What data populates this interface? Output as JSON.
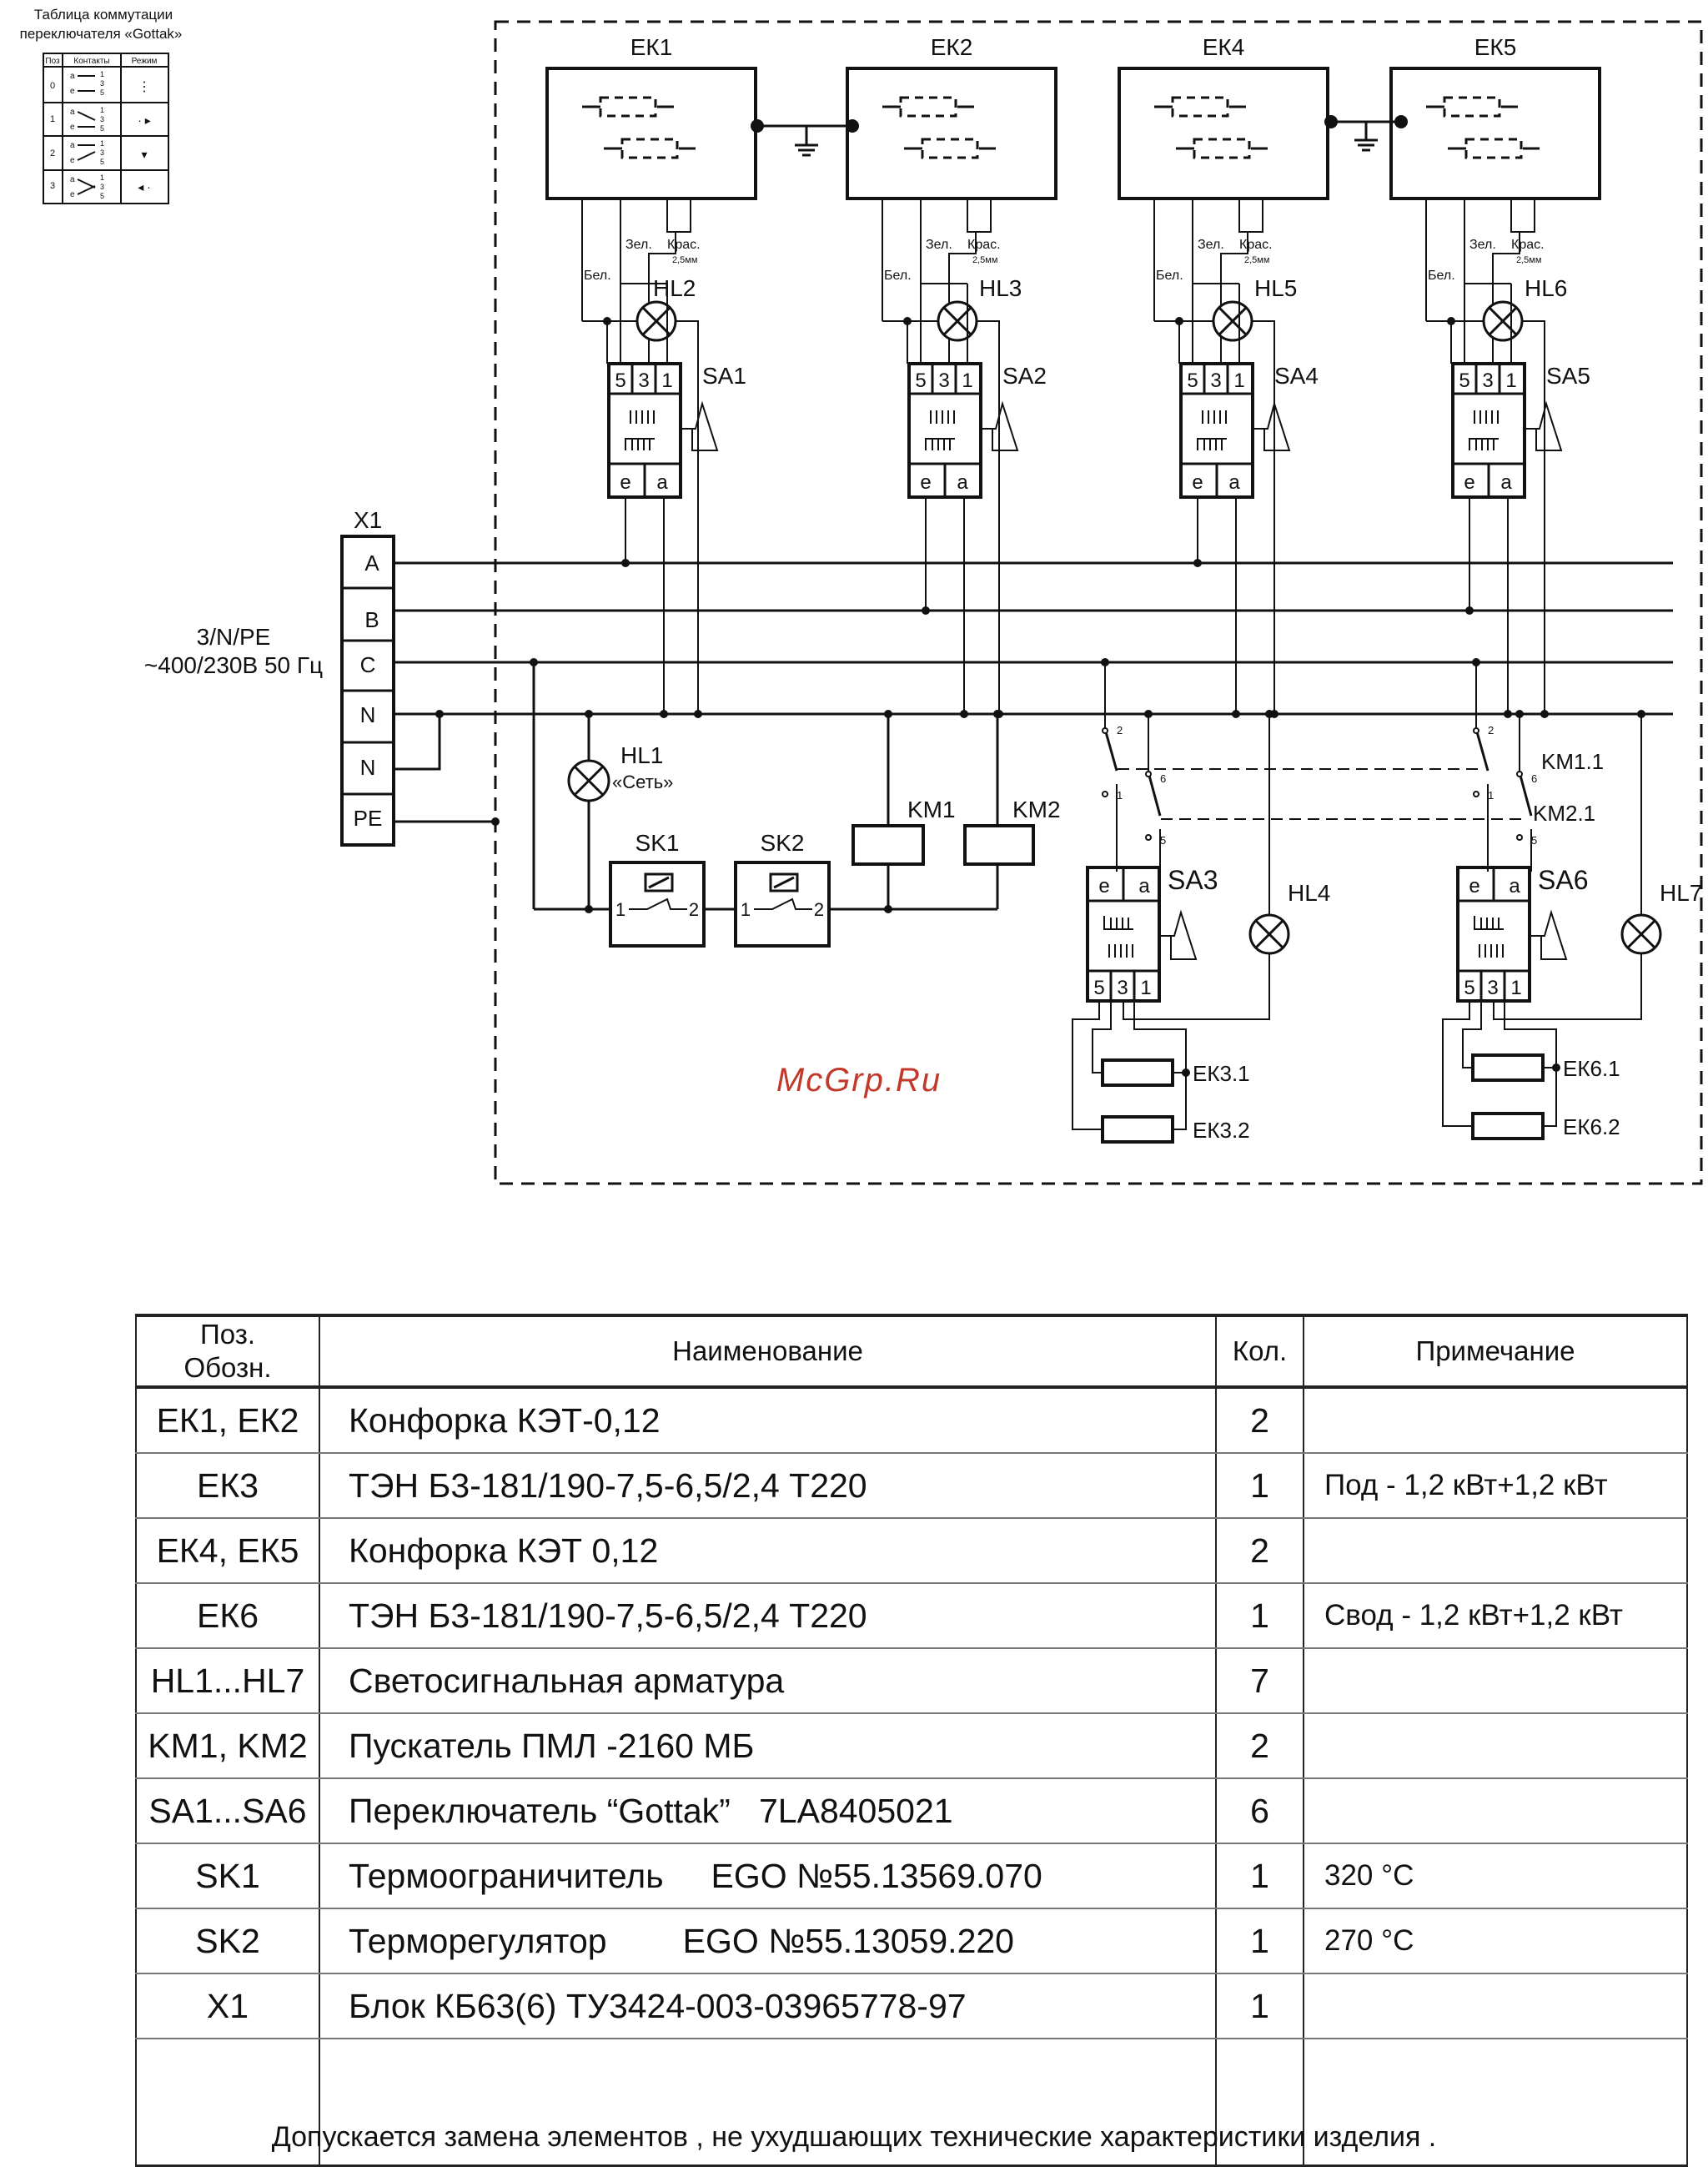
{
  "legend": {
    "title_line1": "Таблица коммутации",
    "title_line2": "переключателя «Gottak»",
    "headers": [
      "Поз",
      "Контакты",
      "Режим"
    ],
    "rows": [
      "0",
      "1",
      "2",
      "3"
    ],
    "contact_a": "a",
    "contact_e": "e",
    "contact_numbers": [
      "1",
      "3",
      "5"
    ]
  },
  "supply": {
    "label_line1": "3/N/PE",
    "label_line2": "~400/230В 50 Гц",
    "terminal_block": "X1",
    "terminals": [
      "A",
      "B",
      "C",
      "N",
      "N",
      "PE"
    ]
  },
  "burners": [
    {
      "label": "ЕК1",
      "switch": "SA1",
      "lamp": "HL2"
    },
    {
      "label": "ЕК2",
      "switch": "SA2",
      "lamp": "HL3"
    },
    {
      "label": "ЕК4",
      "switch": "SA4",
      "lamp": "HL5"
    },
    {
      "label": "ЕК5",
      "switch": "SA5",
      "lamp": "HL6"
    }
  ],
  "wire_labels": {
    "white": "Бел.",
    "green": "Зел.",
    "red": "Крас.",
    "gauge": "2,5мм"
  },
  "switch_terminals": {
    "top": [
      "5",
      "3",
      "1"
    ],
    "bottom": [
      "e",
      "a"
    ]
  },
  "mains_lamp": {
    "label": "HL1",
    "sublabel": "«Сеть»"
  },
  "thermostats": [
    {
      "label": "SK1",
      "pin1": "1",
      "pin2": "2"
    },
    {
      "label": "SK2",
      "pin1": "1",
      "pin2": "2"
    }
  ],
  "contactors": [
    "KM1",
    "KM2"
  ],
  "contact_groups": [
    {
      "label": "KM1.1",
      "pins": [
        "2",
        "1",
        "6",
        "5"
      ]
    },
    {
      "label": "KM2.1",
      "pins": [
        "2",
        "1",
        "6",
        "5"
      ]
    }
  ],
  "oven_sections": [
    {
      "switch": "SA3",
      "lamp": "HL4",
      "heaters": [
        "ЕК3.1",
        "ЕК3.2"
      ]
    },
    {
      "switch": "SA6",
      "lamp": "HL7",
      "heaters": [
        "ЕК6.1",
        "ЕК6.2"
      ]
    }
  ],
  "watermark": "McGrp.Ru",
  "table": {
    "headers": {
      "pos_line1": "Поз.",
      "pos_line2": "Обозн.",
      "name": "Наименование",
      "qty": "Кол.",
      "note": "Примечание"
    },
    "rows": [
      {
        "pos": "ЕК1, ЕК2",
        "name": "Конфорка КЭТ-0,12",
        "qty": "2",
        "note": ""
      },
      {
        "pos": "ЕК3",
        "name": "ТЭН Б3-181/190-7,5-6,5/2,4 Т220",
        "qty": "1",
        "note": "Под - 1,2 кВт+1,2 кВт"
      },
      {
        "pos": "ЕК4, ЕК5",
        "name": "Конфорка КЭТ 0,12",
        "qty": "2",
        "note": ""
      },
      {
        "pos": "ЕК6",
        "name": "ТЭН Б3-181/190-7,5-6,5/2,4 Т220",
        "qty": "1",
        "note": "Свод - 1,2 кВт+1,2 кВт"
      },
      {
        "pos": "HL1...HL7",
        "name": "Светосигнальная арматура",
        "qty": "7",
        "note": ""
      },
      {
        "pos": "KM1, KM2",
        "name": "Пускатель ПМЛ -2160 МБ",
        "qty": "2",
        "note": ""
      },
      {
        "pos": "SA1...SA6",
        "name": "Переключатель “Gottak”   7LA8405021",
        "qty": "6",
        "note": ""
      },
      {
        "pos": "SK1",
        "name": "Термоограничитель     EGO №55.13569.070",
        "qty": "1",
        "note": "320 °С"
      },
      {
        "pos": "SK2",
        "name": "Терморегулятор        EGO №55.13059.220",
        "qty": "1",
        "note": "270 °С"
      },
      {
        "pos": "X1",
        "name": "Блок КБ63(6) ТУ3424-003-03965778-97",
        "qty": "1",
        "note": ""
      },
      {
        "pos": "",
        "name": "",
        "qty": "",
        "note": ""
      }
    ]
  },
  "footnote": "Допускается замена элементов , не ухудшающих технические характеристики изделия ."
}
